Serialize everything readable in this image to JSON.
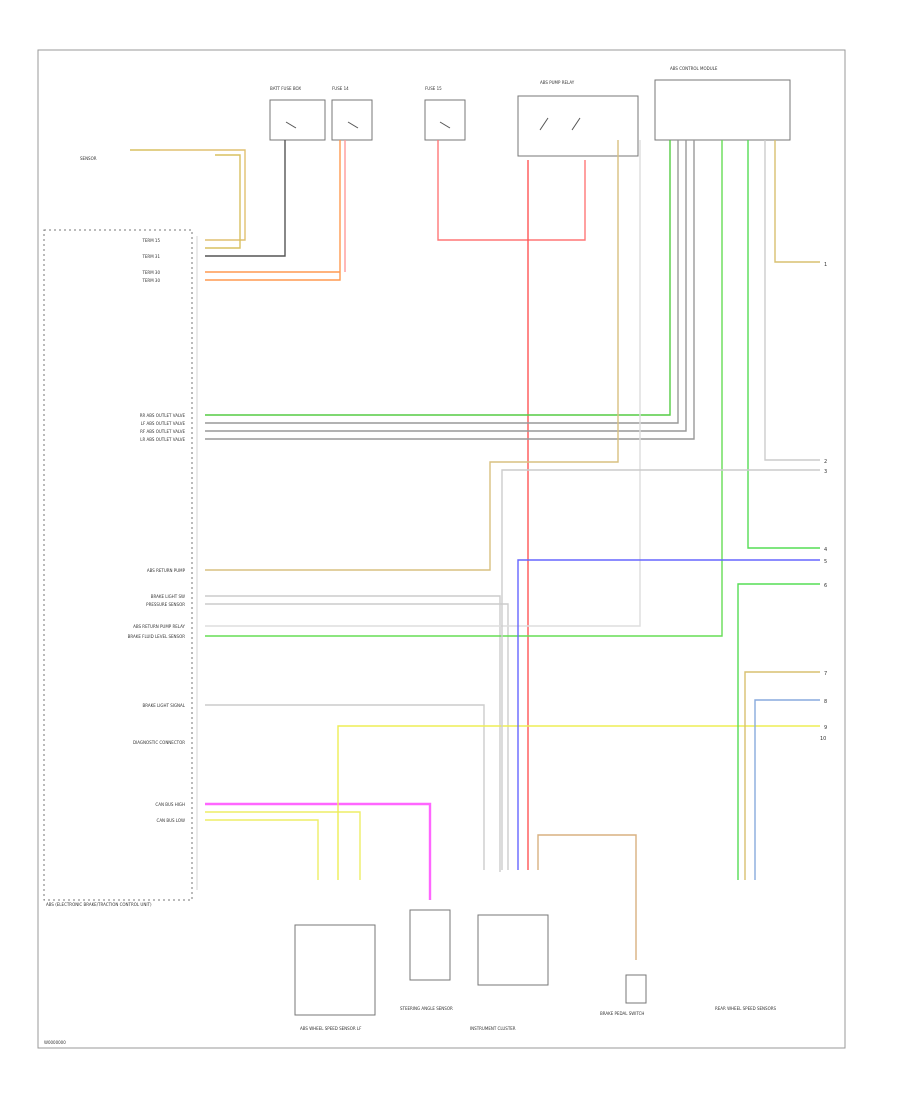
{
  "diagram": {
    "page_code": "W0000000",
    "module_label": "ABS (ELECTRONIC BRAKE/TRACTION CONTROL UNIT)",
    "left_labels": [
      "TERM 15",
      "TERM 31",
      "TERM 30",
      "TERM 30",
      "RR ABS OUTLET VALVE",
      "LF ABS OUTLET VALVE",
      "RF ABS OUTLET VALVE",
      "LR ABS OUTLET VALVE",
      "ABS RETURN PUMP",
      "BRAKE LIGHT SW",
      "PRESSURE SENSOR",
      "ABS RETURN PUMP RELAY",
      "BRAKE FLUID LEVEL SENSOR",
      "BRAKE LIGHT SIGNAL",
      "DIAGNOSTIC CONNECTOR",
      "CAN BUS HIGH",
      "CAN BUS LOW"
    ],
    "top_components": [
      "BATT FUSE BOX",
      "FUSE 14",
      "FUSE 15",
      "ABS PUMP RELAY",
      "ABS CONTROL MODULE"
    ],
    "bottom_components": [
      "ABS WHEEL SPEED SENSOR LF",
      "STEERING ANGLE SENSOR",
      "INSTRUMENT CLUSTER",
      "BRAKE PEDAL SWITCH",
      "REAR WHEEL SPEED SENSORS"
    ],
    "right_refs": [
      "1",
      "2",
      "3",
      "4",
      "5",
      "6",
      "7",
      "8",
      "9",
      "10"
    ]
  }
}
